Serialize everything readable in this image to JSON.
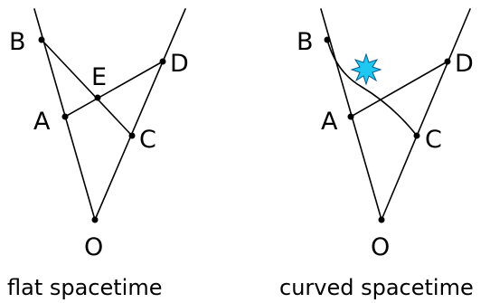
{
  "colors": {
    "ink": "#000000",
    "star_fill": "#1ec8f0",
    "star_stroke": "#0a5a8c"
  },
  "panels": [
    {
      "caption": "flat spacetime",
      "labels": {
        "B": "B",
        "E": "E",
        "D": "D",
        "A": "A",
        "C": "C",
        "O": "O"
      }
    },
    {
      "caption": "curved spacetime",
      "labels": {
        "B": "B",
        "D": "D",
        "A": "A",
        "C": "C",
        "O": "O"
      },
      "icon": "star-burst-icon"
    }
  ]
}
